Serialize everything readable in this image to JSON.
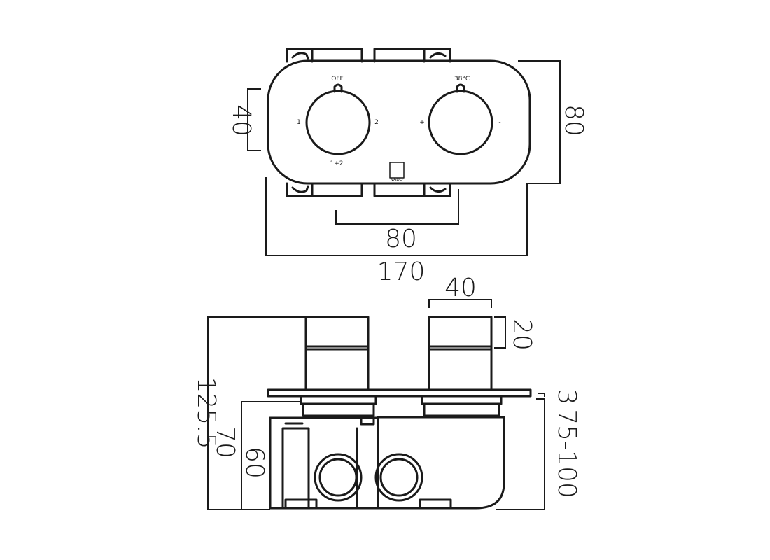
{
  "front_view": {
    "left_knob": {
      "top_label": "OFF",
      "left_label": "1",
      "right_label": "2",
      "bottom_label": "1+2"
    },
    "right_knob": {
      "top_label": "38°C",
      "left_label": "+",
      "right_label": "-"
    },
    "logo_text": "VADO"
  },
  "dimensions": {
    "front_height_left": "40",
    "front_height_right": "80",
    "bracket_spacing": "80",
    "overall_width": "170",
    "handle_width": "40",
    "handle_depth": "20",
    "total_depth": "125.5",
    "depth_to_plate": "70",
    "body_depth": "60",
    "plate_thickness": "3",
    "wall_depth_range": "75-100"
  }
}
